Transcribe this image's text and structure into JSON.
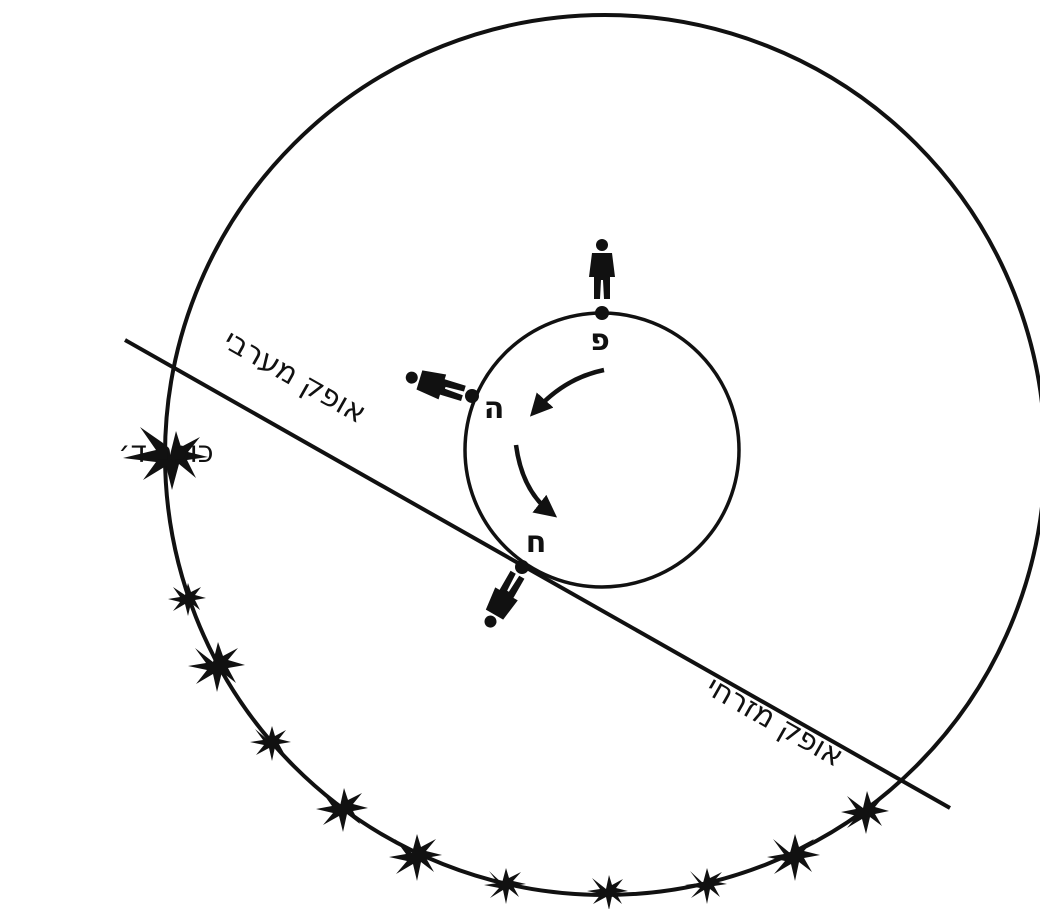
{
  "labels": {
    "star_d": "כוכב ד׳",
    "west_horizon": "אופק מערבי",
    "east_horizon": "אופק מזרחי",
    "point_pe": "פ",
    "point_he": "ה",
    "point_het": "ח"
  },
  "colors": {
    "ink": "#111111",
    "background": "#ffffff"
  },
  "icons": [
    "person-figure-icon",
    "star-icon",
    "arrow-icon"
  ]
}
